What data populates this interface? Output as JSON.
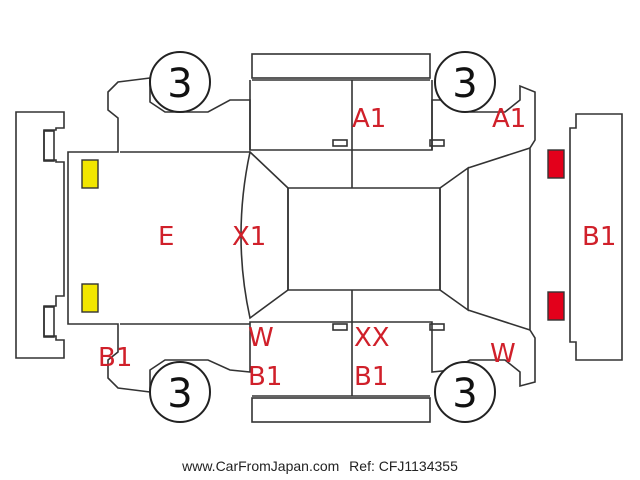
{
  "tires": {
    "front_left": "3",
    "front_right": "3",
    "rear_left": "3",
    "rear_right": "3"
  },
  "marks": {
    "roof_left_a1": "A1",
    "roof_right_a1": "A1",
    "hood_e": "E",
    "windshield_x1": "X1",
    "rear_b1": "B1",
    "front_bumper_b1": "B1",
    "left_side_w": "W",
    "left_side_b1": "B1",
    "left_door_xx": "XX",
    "left_door_b1": "B1",
    "rear_left_w": "W"
  },
  "lights": {
    "front_color": "#f2e600",
    "rear_color": "#e3001b"
  },
  "colors": {
    "mark_color": "#d0202a",
    "line_color": "#333333"
  },
  "footer": {
    "site": "www.CarFromJapan.com",
    "ref": "Ref: CFJ1134355"
  }
}
